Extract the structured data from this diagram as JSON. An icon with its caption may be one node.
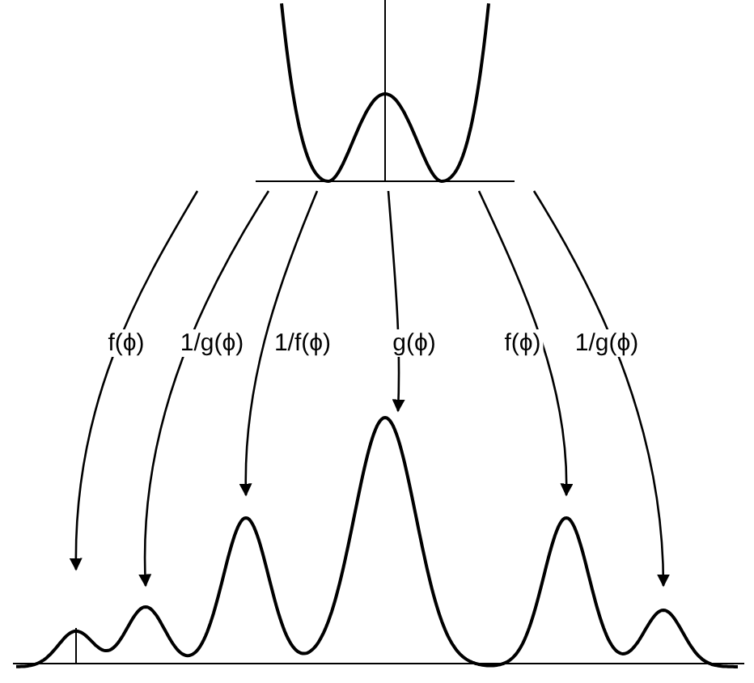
{
  "diagram": {
    "nodes": [
      {
        "text": [],
        "shape": "picture"
      },
      {
        "text": [],
        "shape": "picture"
      }
    ],
    "edges": [
      {
        "from": 0,
        "to": 1,
        "arrow": "to",
        "label": "f(ϕ)"
      },
      {
        "from": 0,
        "to": 1,
        "arrow": "to",
        "label": "1/g(ϕ)"
      },
      {
        "from": 0,
        "to": 1,
        "arrow": "to",
        "label": "1/f(ϕ)"
      },
      {
        "from": 0,
        "to": 1,
        "arrow": "to",
        "label": "g(ϕ)"
      },
      {
        "from": 0,
        "to": 1,
        "arrow": "to",
        "label": "f(ϕ)"
      },
      {
        "from": 0,
        "to": 1,
        "arrow": "to",
        "label": "1/g(ϕ)"
      }
    ]
  }
}
